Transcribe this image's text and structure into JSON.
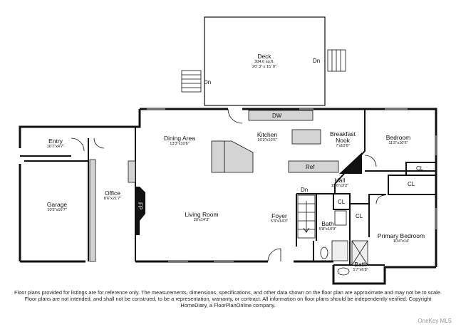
{
  "rooms": {
    "deck": {
      "name": "Deck",
      "area": "304.6 sq.ft.",
      "dims": "20' 3\" x 15' 0\""
    },
    "entry": {
      "name": "Entry",
      "dims": "10'7\"x4'7\""
    },
    "garage": {
      "name": "Garage",
      "dims": "10'5\"x16'7\""
    },
    "office": {
      "name": "Office",
      "dims": "8'6\"x21'7\""
    },
    "dining_area": {
      "name": "Dining Area",
      "dims": "13'3\"x10'6\""
    },
    "kitchen": {
      "name": "Kitchen",
      "dims": "16'3\"x10'6\""
    },
    "breakfast_nook": {
      "name": "Breakfast\nNook",
      "dims": "7'x10'6\""
    },
    "bedroom": {
      "name": "Bedroom",
      "dims": "11'5\"x10'6\""
    },
    "living_room": {
      "name": "Living Room",
      "dims": "20'x14'3\""
    },
    "foyer": {
      "name": "Foyer",
      "dims": "5'3\"x14'3\""
    },
    "hall": {
      "name": "Hall",
      "dims": "15'6\"x3'2\""
    },
    "bath_main": {
      "name": "Bath",
      "dims": "5'8\"x10'9\""
    },
    "primary_bedroom": {
      "name": "Primary Bedroom",
      "dims": "10'4\"x14'"
    },
    "bath_primary": {
      "name": "Bath",
      "dims": "5'7\"x6'8\""
    }
  },
  "labels": {
    "dn_deck_left": "Dn",
    "dn_deck_right": "Dn",
    "dn_stairs": "Dn",
    "ref": "Ref",
    "dw": "DW",
    "fp": "FP",
    "cl_bedroom": "CL",
    "cl_hall": "CL",
    "cl_hall_closet": "CL",
    "cl_bath": "CL"
  },
  "disclaimer": "Floor plans provided for listings are for reference only. The measurements, dimensions, specifications, and other data shown on the floor plan are approximate and may not be to scale. Floor plans are not intended, and shall not be construed, to be a representation, warranty, or contract. All information on floor plans should be independently verified. Copyright HomeDiary, a FloorPlanOnline company.",
  "watermark": "OneKey MLS",
  "colors": {
    "wall": "#111111",
    "fixture": "#d4d4d4",
    "window": "#bbbbbb"
  }
}
